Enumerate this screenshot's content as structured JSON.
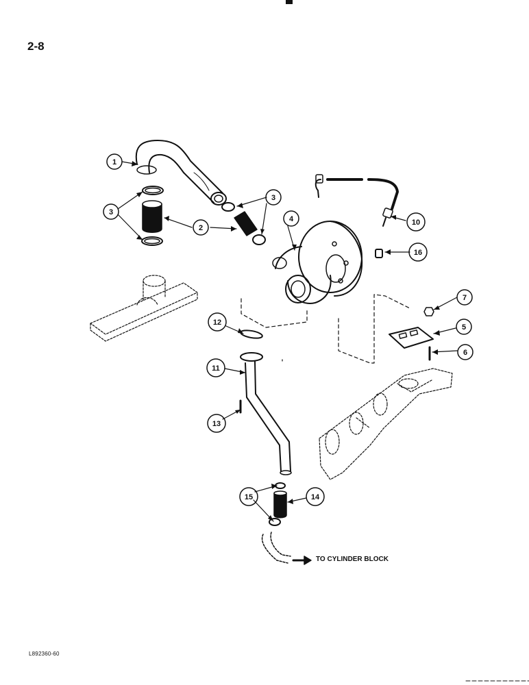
{
  "page": {
    "number": "2-8",
    "figure_code": "L892360-60"
  },
  "diagram": {
    "destination_label": "TO CYLINDER BLOCK",
    "callouts": [
      {
        "id": "c1",
        "number": "1"
      },
      {
        "id": "c2",
        "number": "2"
      },
      {
        "id": "c3a",
        "number": "3"
      },
      {
        "id": "c3b",
        "number": "3"
      },
      {
        "id": "c4",
        "number": "4"
      },
      {
        "id": "c5",
        "number": "5"
      },
      {
        "id": "c6",
        "number": "6"
      },
      {
        "id": "c7",
        "number": "7"
      },
      {
        "id": "c10",
        "number": "10"
      },
      {
        "id": "c11",
        "number": "11"
      },
      {
        "id": "c12",
        "number": "12"
      },
      {
        "id": "c13",
        "number": "13"
      },
      {
        "id": "c14",
        "number": "14"
      },
      {
        "id": "c15",
        "number": "15"
      },
      {
        "id": "c16",
        "number": "16"
      }
    ]
  }
}
